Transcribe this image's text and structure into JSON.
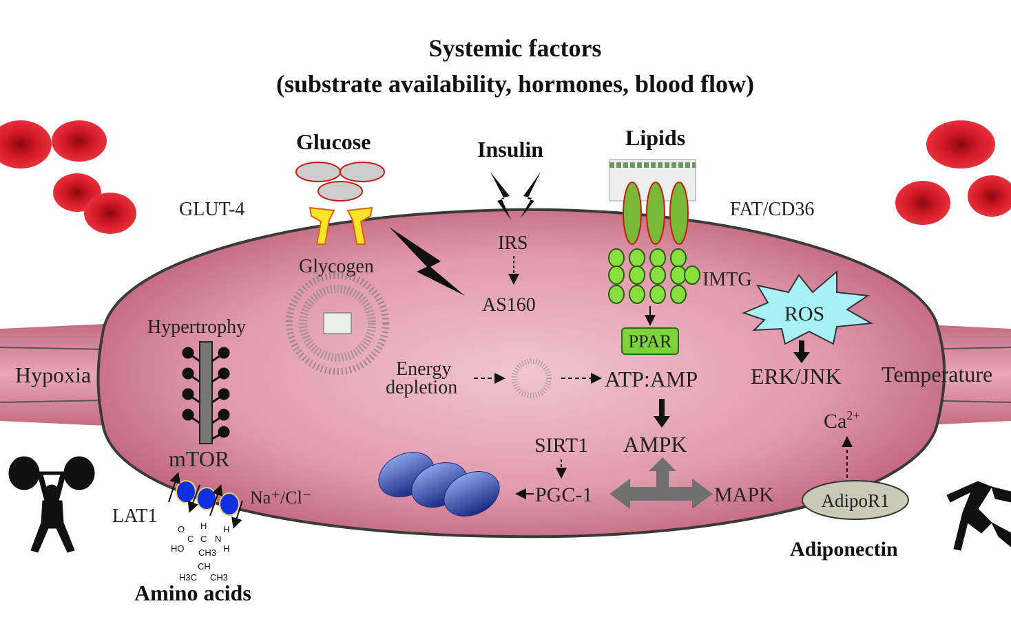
{
  "title": {
    "line1": "Systemic factors",
    "line2": "(substrate availability, hormones, blood flow)"
  },
  "inputs": {
    "glucose": "Glucose",
    "insulin": "Insulin",
    "lipids": "Lipids",
    "amino_acids": "Amino acids",
    "adiponectin": "Adiponectin"
  },
  "membrane": {
    "glut4": "GLUT-4",
    "fat_cd36": "FAT/CD36",
    "lat1": "LAT1",
    "na_cl": "Na⁺/Cl⁻",
    "adipor1": "AdipoR1"
  },
  "intracellular": {
    "irs": "IRS",
    "as160": "AS160",
    "glycogen": "Glycogen",
    "hypertrophy": "Hypertrophy",
    "mtor": "mTOR",
    "energy_depletion_1": "Energy",
    "energy_depletion_2": "depletion",
    "atp_amp": "ATP:AMP",
    "ampk": "AMPK",
    "sirt1": "SIRT1",
    "pgc1": "PGC-1",
    "mapk": "MAPK",
    "imtg": "IMTG",
    "ppar": "PPAR",
    "ros": "ROS",
    "erk_jnk": "ERK/JNK",
    "ca": "Ca",
    "ca_sup": "2+"
  },
  "external_factors": {
    "hypoxia": "Hypoxia",
    "temperature": "Temperature"
  },
  "amino_acid_structure": {
    "o": "O",
    "c1": "C",
    "c2": "C",
    "n": "N",
    "h1": "H",
    "h2": "H",
    "h3": "H",
    "ho": "HO",
    "ch3a": "CH3",
    "ch": "CH",
    "h3c": "H3C",
    "ch3b": "CH3"
  },
  "colors": {
    "cell_fill": "#d98a9c",
    "rbc": "#c8101c",
    "ppar_green": "#7fd33a",
    "ros_cyan": "#a6f2f7",
    "transporter_blue": "#1030e0"
  }
}
